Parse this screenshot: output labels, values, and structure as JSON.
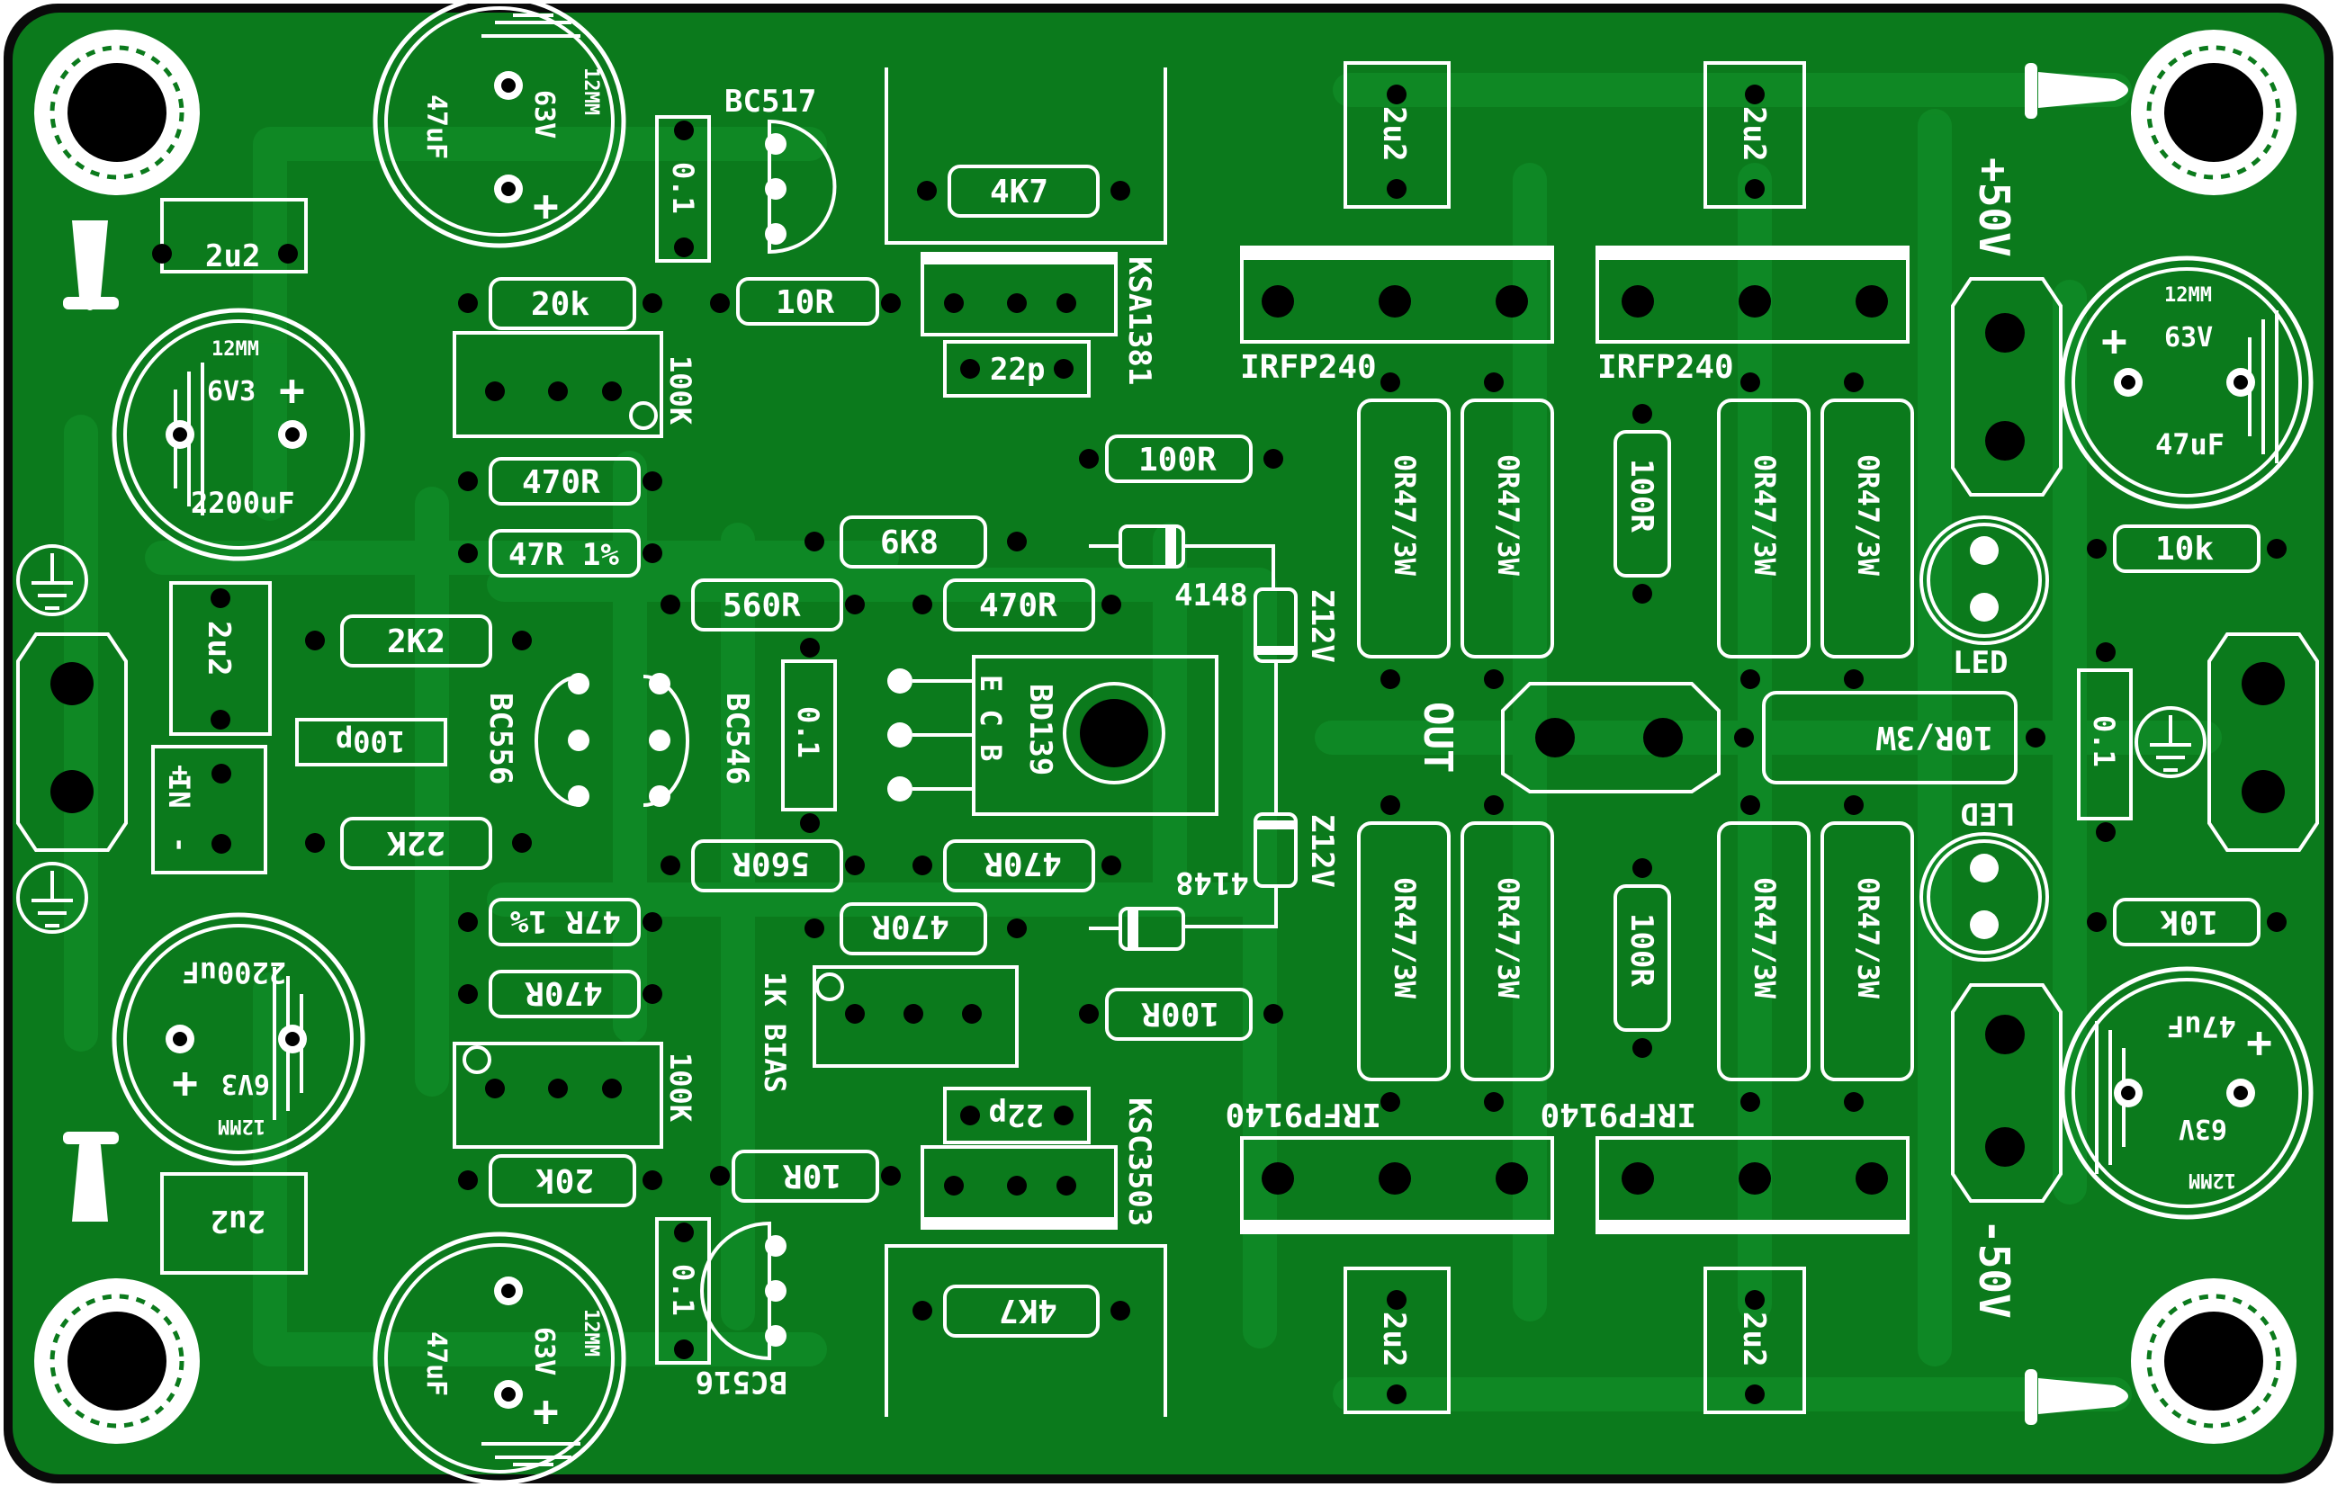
{
  "board": {
    "colors": {
      "board": "#0b7a1c",
      "track": "#0f8a26",
      "silk": "#ffffff",
      "hole": "#000000",
      "edge": "#0a0a0a"
    }
  },
  "labels": {
    "bc517": "BC517",
    "bc516": "BC516",
    "bc556": "BC556",
    "bc546": "BC546",
    "bd139": "BD139",
    "bd139_pins": "E C B",
    "ksa1381": "KSA1381",
    "ksc3503": "KSC3503",
    "irfp240_l": "IRFP240",
    "irfp240_r": "IRFP240",
    "irfp9140_l": "IRFP9140",
    "irfp9140_r": "IRFP9140",
    "pos_rail": "+50V",
    "neg_rail": "-50V",
    "out": "OUT",
    "input": "IN",
    "input_plus": "+",
    "input_minus": "-",
    "led_top": "LED",
    "led_bottom": "LED",
    "diode_top": "4148",
    "diode_bottom": "4148",
    "zener_top": "Z12V",
    "zener_bottom": "Z12V",
    "bias": "1K BIAS",
    "trim_top": "100K",
    "trim_bottom": "100K",
    "cap_2u2": "2u2",
    "cap_01": "0.1",
    "cap_22p": "22p",
    "cap_100p": "100p",
    "r_4k7": "4K7",
    "r_10r": "10R",
    "r_20k": "20k",
    "r_470r": "470R",
    "r_47r1": "47R 1%",
    "r_2k2": "2K2",
    "r_22k": "22K",
    "r_560r": "560R",
    "r_6k8": "6K8",
    "r_100r": "100R",
    "r_0r47": "0R47/3W",
    "r_10r3w": "10R/3W",
    "r_10k": "10k",
    "ec_2200": "2200uF",
    "ec_6v3": "6V3",
    "ec_12mm": "12MM",
    "ec_47uf": "47uF",
    "ec_63v": "63V",
    "plus": "+"
  }
}
